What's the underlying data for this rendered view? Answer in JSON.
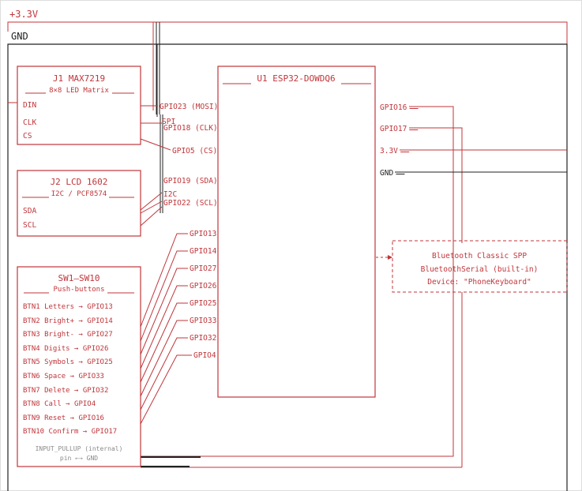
{
  "rails": {
    "vcc": "+3.3V",
    "gnd": "GND"
  },
  "j1": {
    "ref": "J1 MAX7219",
    "sub": "8×8 LED Matrix",
    "pins": [
      "DIN",
      "CLK",
      "CS"
    ]
  },
  "j2": {
    "ref": "J2 LCD 1602",
    "sub": "I2C / PCF8574",
    "pins": [
      "SDA",
      "SCL"
    ]
  },
  "u1": {
    "ref": "U1 ESP32-DOWDQ6",
    "left_pins": [
      "GPIO23 (MOSI)",
      "GPIO18 (CLK)",
      "GPIO5 (CS)",
      "GPIO19 (SDA)",
      "GPIO22 (SCL)",
      "GPIO13",
      "GPIO14",
      "GPIO27",
      "GPIO26",
      "GPIO25",
      "GPIO33",
      "GPIO32",
      "GPIO4"
    ],
    "right_pins": [
      "GPIO16",
      "GPIO17",
      "3.3V",
      "GND"
    ]
  },
  "bus_labels": {
    "spi": "SPI",
    "i2c": "I2C"
  },
  "sw": {
    "ref": "SW1–SW10",
    "sub": "Push-buttons",
    "buttons": [
      "BTN1 Letters → GPIO13",
      "BTN2 Bright+ → GPIO14",
      "BTN3 Bright- → GPIO27",
      "BTN4 Digits → GPIO26",
      "BTN5 Symbols → GPIO25",
      "BTN6 Space → GPIO33",
      "BTN7 Delete → GPIO32",
      "BTN8 Call → GPIO4",
      "BTN9 Reset → GPIO16",
      "BTN10 Confirm → GPIO17"
    ],
    "note1": "INPUT_PULLUP (internal)",
    "note2": "pin ←→ GND"
  },
  "bt": {
    "line1": "Bluetooth Classic SPP",
    "line2": "BluetoothSerial (built-in)",
    "line3": "Device: \"PhoneKeyboard\""
  },
  "colors": {
    "accent": "#c0353a",
    "ground": "#222222",
    "muted": "#8a8a8a"
  }
}
